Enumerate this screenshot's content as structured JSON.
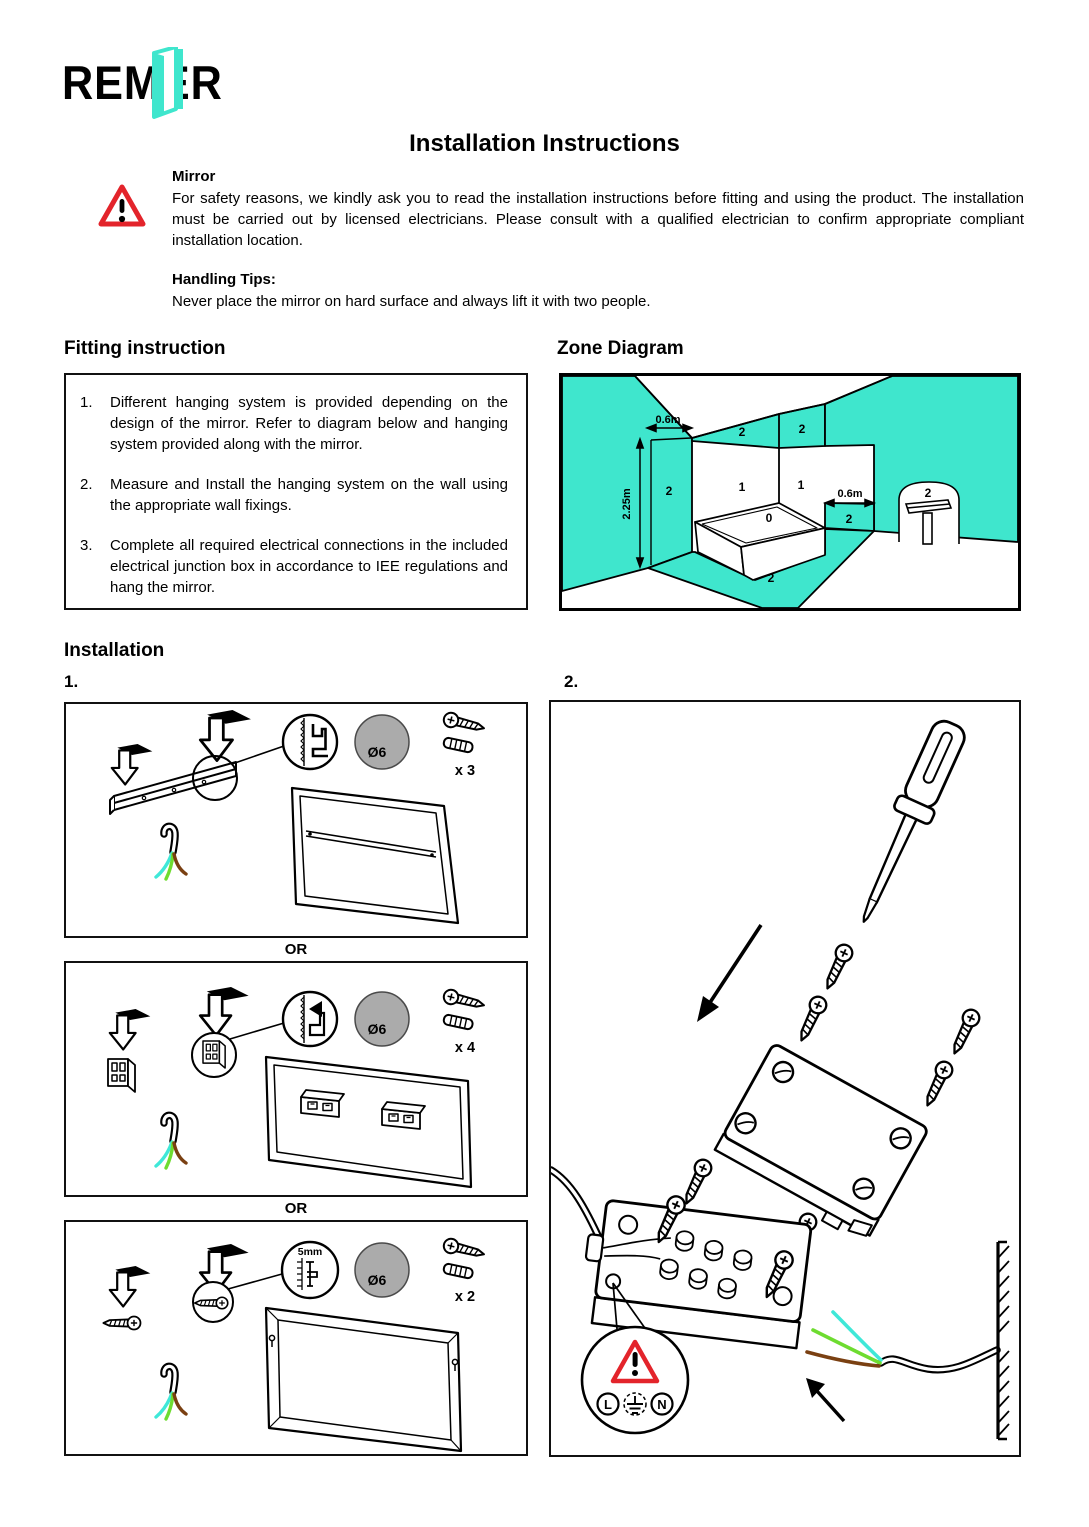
{
  "logo": {
    "text": "REMER"
  },
  "title": "Installation Instructions",
  "safety": {
    "heading": "Mirror",
    "body": "For safety reasons, we kindly ask you to read the installation instructions before fitting and using the product. The installation must be carried out by licensed electricians. Please consult with a qualified electrician to confirm appropriate compliant installation location."
  },
  "handling": {
    "heading": "Handling Tips:",
    "body": "Never place the mirror on hard surface and always lift it with two people."
  },
  "fitting": {
    "heading": "Fitting instruction",
    "items": [
      {
        "num": "1.",
        "text": "Different hanging system is provided depending on the design of the mirror.  Refer to diagram below and hanging system provided along with the mirror."
      },
      {
        "num": "2.",
        "text": "Measure and Install the hanging system on the wall using the appropriate wall fixings."
      },
      {
        "num": "3.",
        "text": "Complete all required electrical connections in the included electrical junction box in accordance to IEE regulations and hang the mirror."
      }
    ]
  },
  "zone_diagram": {
    "heading": "Zone Diagram",
    "dim_width_top": "0.6m",
    "dim_height": "2.25m",
    "dim_width_right": "0.6m",
    "zone_ceiling_left": "2",
    "zone_ceiling_right": "2",
    "zone_left_wall": "2",
    "zone_back_left": "1",
    "zone_back_right": "1",
    "zone_bath": "0",
    "zone_right_wall": "2",
    "zone_alcove": "2",
    "zone_floor": "2"
  },
  "installation": {
    "heading": "Installation",
    "step1": "1.",
    "step2": "2.",
    "or": "OR",
    "option1": {
      "drill_dia": "Ø6",
      "qty": "x 3"
    },
    "option2": {
      "drill_dia": "Ø6",
      "qty": "x 4"
    },
    "option3": {
      "drill_dia": "Ø6",
      "qty": "x 2",
      "depth": "5mm"
    },
    "wiring": {
      "live": "L",
      "neutral": "N"
    }
  },
  "colors": {
    "teal": "#3FE6CD",
    "warning_red": "#E3242B",
    "circle_gray": "#ABABAB",
    "wire_cyan": "#3FE8D8",
    "wire_green": "#6EDC30",
    "wire_brown": "#7A4012"
  }
}
